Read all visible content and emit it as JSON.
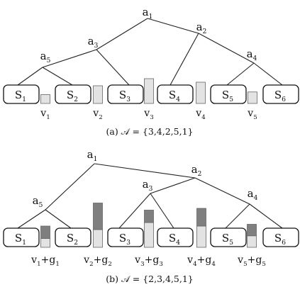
{
  "panel_a": {
    "caption": "(a) 𝒜 = {3,4,2,5,1}",
    "internal_nodes": [
      {
        "base": "a",
        "sub": "1"
      },
      {
        "base": "a",
        "sub": "2"
      },
      {
        "base": "a",
        "sub": "3"
      },
      {
        "base": "a",
        "sub": "4"
      },
      {
        "base": "a",
        "sub": "5"
      }
    ],
    "leaves": [
      {
        "base": "S",
        "sub": "1"
      },
      {
        "base": "S",
        "sub": "2"
      },
      {
        "base": "S",
        "sub": "3"
      },
      {
        "base": "S",
        "sub": "4"
      },
      {
        "base": "S",
        "sub": "5"
      },
      {
        "base": "S",
        "sub": "6"
      }
    ],
    "value_labels": [
      {
        "parts": [
          {
            "t": "v",
            "s": "1"
          }
        ]
      },
      {
        "parts": [
          {
            "t": "v",
            "s": "2"
          }
        ]
      },
      {
        "parts": [
          {
            "t": "v",
            "s": "3"
          }
        ]
      },
      {
        "parts": [
          {
            "t": "v",
            "s": "4"
          }
        ]
      },
      {
        "parts": [
          {
            "t": "v",
            "s": "5"
          }
        ]
      }
    ],
    "bars": [
      {
        "v": 1.0,
        "g": 0
      },
      {
        "v": 2.0,
        "g": 0
      },
      {
        "v": 2.8,
        "g": 0
      },
      {
        "v": 2.4,
        "g": 0
      },
      {
        "v": 1.3,
        "g": 0
      }
    ]
  },
  "panel_b": {
    "caption": "(b) 𝒜 = {2,3,4,5,1}",
    "internal_nodes": [
      {
        "base": "a",
        "sub": "1"
      },
      {
        "base": "a",
        "sub": "2"
      },
      {
        "base": "a",
        "sub": "3"
      },
      {
        "base": "a",
        "sub": "4"
      },
      {
        "base": "a",
        "sub": "5"
      }
    ],
    "leaves": [
      {
        "base": "S",
        "sub": "1"
      },
      {
        "base": "S",
        "sub": "2"
      },
      {
        "base": "S",
        "sub": "3"
      },
      {
        "base": "S",
        "sub": "4"
      },
      {
        "base": "S",
        "sub": "5"
      },
      {
        "base": "S",
        "sub": "6"
      }
    ],
    "value_labels": [
      {
        "parts": [
          {
            "t": "v",
            "s": "1"
          },
          {
            "t": "+g",
            "s": "1"
          }
        ]
      },
      {
        "parts": [
          {
            "t": "v",
            "s": "2"
          },
          {
            "t": "+g",
            "s": "2"
          }
        ]
      },
      {
        "parts": [
          {
            "t": "v",
            "s": "3"
          },
          {
            "t": "+g",
            "s": "3"
          }
        ]
      },
      {
        "parts": [
          {
            "t": "v",
            "s": "4"
          },
          {
            "t": "+g",
            "s": "4"
          }
        ]
      },
      {
        "parts": [
          {
            "t": "v",
            "s": "5"
          },
          {
            "t": "+g",
            "s": "5"
          }
        ]
      }
    ],
    "bars": [
      {
        "v": 1.0,
        "g": 1.4
      },
      {
        "v": 2.0,
        "g": 3.0
      },
      {
        "v": 2.8,
        "g": 1.4
      },
      {
        "v": 2.4,
        "g": 2.0
      },
      {
        "v": 1.3,
        "g": 1.3
      }
    ]
  },
  "colors": {
    "line": "#222222",
    "bar_v": "#e3e3e3",
    "bar_g": "#7f7f7f"
  }
}
